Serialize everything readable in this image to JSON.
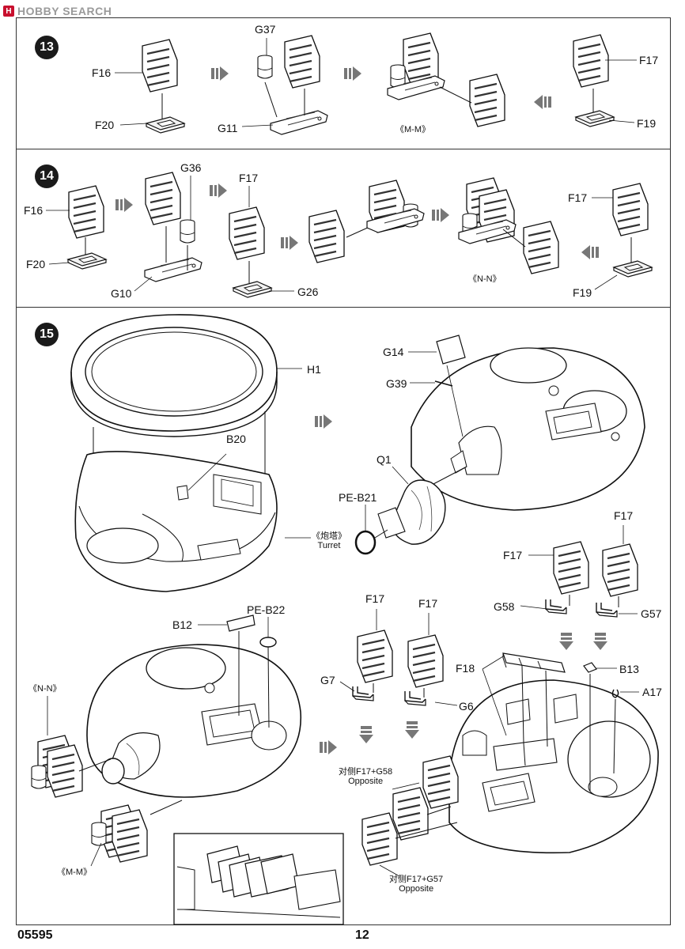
{
  "watermark": {
    "text": "HOBBY SEARCH",
    "logo_glyph": "H"
  },
  "steps": [
    {
      "number": "13"
    },
    {
      "number": "14"
    },
    {
      "number": "15"
    }
  ],
  "step13": {
    "labels": {
      "F16": "F16",
      "G37": "G37",
      "F20": "F20",
      "G11": "G11",
      "MM": "《M-M》",
      "F17": "F17",
      "F19": "F19"
    }
  },
  "step14": {
    "labels": {
      "F16": "F16",
      "G36": "G36",
      "F17a": "F17",
      "F20": "F20",
      "G10": "G10",
      "G26": "G26",
      "NN": "《N-N》",
      "F17b": "F17",
      "F19": "F19"
    }
  },
  "step15": {
    "labels": {
      "H1": "H1",
      "B20": "B20",
      "turret_cn": "《炮塔》",
      "turret_en": "Turret",
      "G14": "G14",
      "G39": "G39",
      "Q1": "Q1",
      "PEB21": "PE-B21",
      "F17a": "F17",
      "F17b": "F17",
      "G58": "G58",
      "G57": "G57",
      "B12": "B12",
      "PEB22": "PE-B22",
      "NN": "《N-N》",
      "MM": "《M-M》",
      "F17c": "F17",
      "F17d": "F17",
      "G7": "G7",
      "G6": "G6",
      "F18": "F18",
      "B13": "B13",
      "A17": "A17",
      "opp1_cn": "对侧F17+G58",
      "opp1_en": "Opposite",
      "opp2_cn": "对侧F17+G57",
      "opp2_en": "Opposite"
    }
  },
  "footer": {
    "code": "05595",
    "page": "12"
  }
}
